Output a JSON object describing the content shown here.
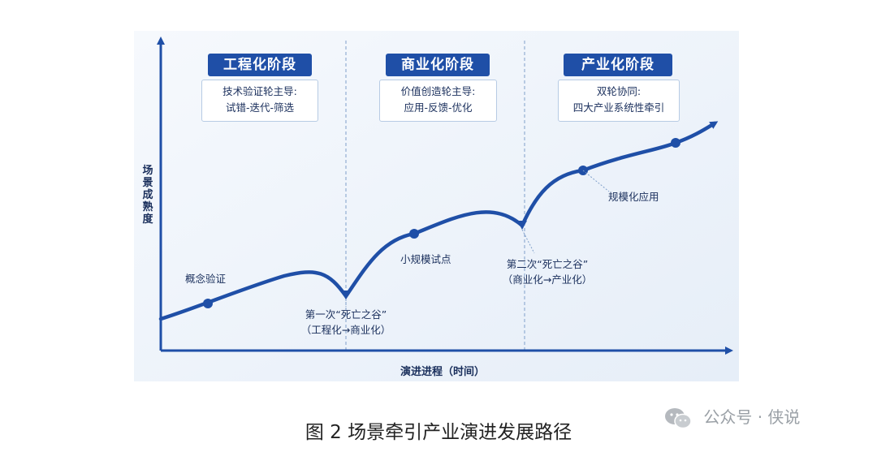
{
  "diagram": {
    "y_axis_label": "场景成熟度",
    "x_axis_label": "演进进程（时间）",
    "stages": [
      {
        "title": "工程化阶段",
        "desc_line1": "技术验证轮主导:",
        "desc_line2": "试错-迭代-筛选"
      },
      {
        "title": "商业化阶段",
        "desc_line1": "价值创造轮主导:",
        "desc_line2": "应用-反馈-优化"
      },
      {
        "title": "产业化阶段",
        "desc_line1": "双轮协同:",
        "desc_line2": "四大产业系统性牵引"
      }
    ],
    "milestones": {
      "concept": "概念验证",
      "pilot": "小规模试点",
      "scale": "规模化应用"
    },
    "valleys": {
      "first_line1": "第一次“死亡之谷”",
      "first_line2": "（工程化→商业化）",
      "second_line1": "第二次“死亡之谷”",
      "second_line2": "（商业化→产业化）"
    },
    "colors": {
      "curve": "#1f4fa7",
      "axis": "#1f4fa7",
      "stage_title_bg": "#1f4fa7",
      "background_tint": "#eef4fb"
    }
  },
  "caption": "图 2  场景牵引产业演进发展路径",
  "watermark": {
    "icon": "wechat-icon",
    "text": "公众号 · 侠说"
  }
}
